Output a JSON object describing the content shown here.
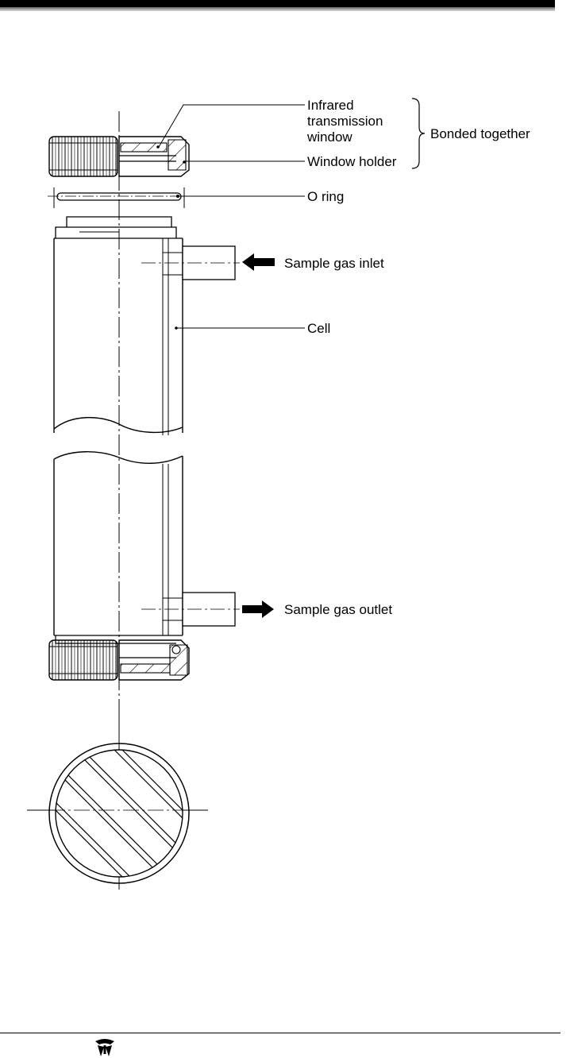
{
  "labels": {
    "infrared_line1": "Infrared",
    "infrared_line2": "transmission",
    "infrared_line3": "window",
    "bonded_together": "Bonded together",
    "window_holder": "Window holder",
    "o_ring": "O ring",
    "sample_gas_inlet": "Sample gas inlet",
    "cell": "Cell",
    "sample_gas_outlet": "Sample gas outlet"
  },
  "logo": {
    "icon": "teledyne-logo-icon"
  }
}
